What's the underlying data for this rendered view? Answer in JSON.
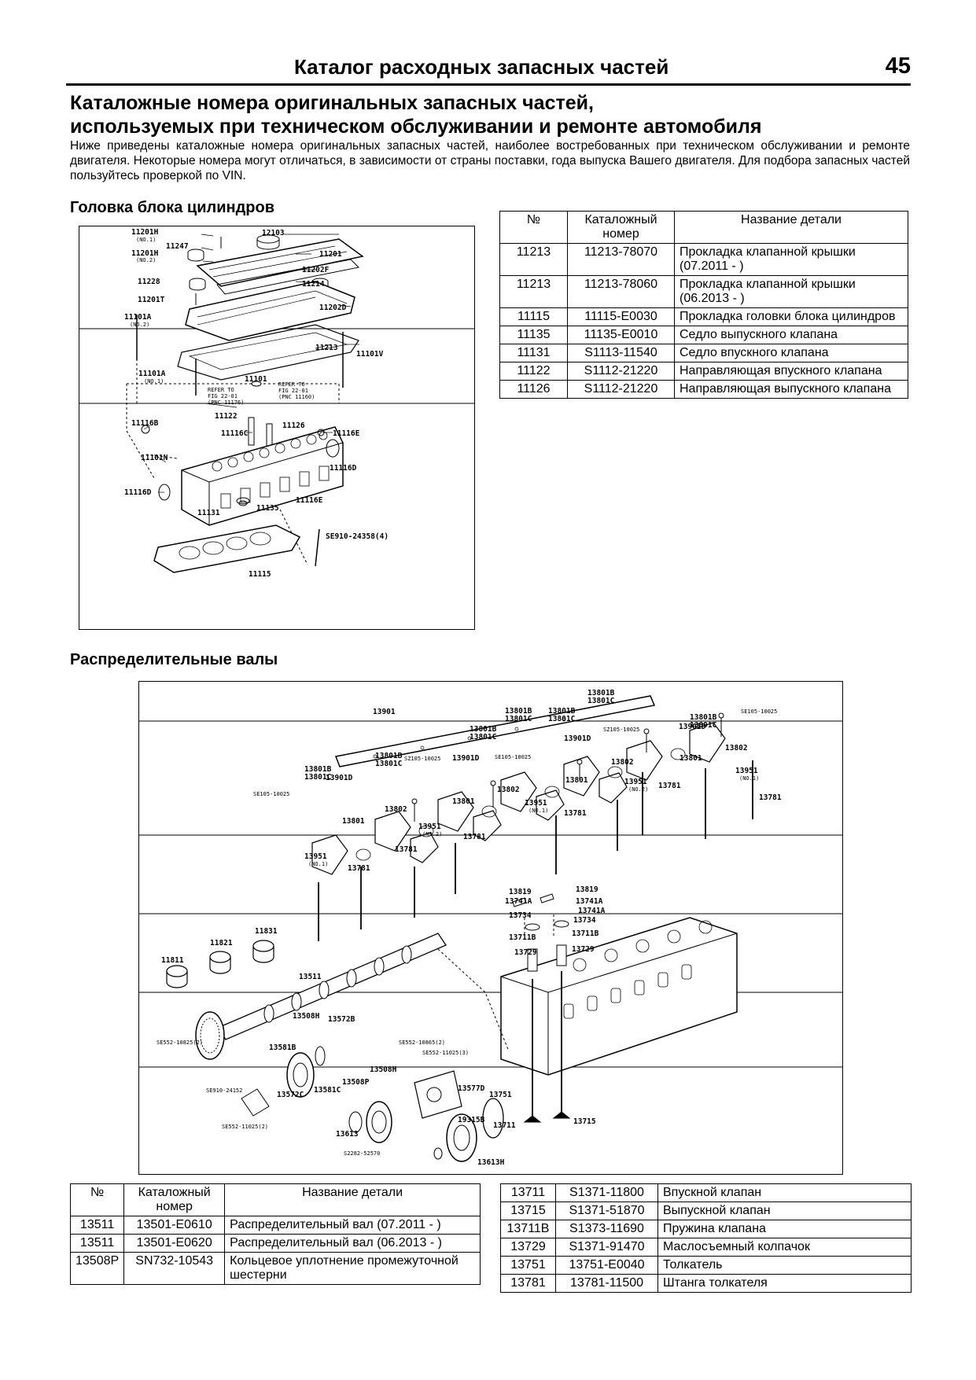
{
  "header": {
    "title": "Каталог расходных запасных частей",
    "page_number": "45"
  },
  "main_title": {
    "line1": "Каталожные номера оригинальных запасных частей,",
    "line2": "используемых при техническом обслуживании и ремонте автомобиля"
  },
  "intro": "Ниже приведены каталожные номера оригинальных запасных частей, наиболее востребованных при техническом обслуживании и ремонте двигателя. Некоторые номера могут отличаться, в зависимости от страны поставки, года выпуска Вашего двигателя. Для подбора запасных частей пользуйтесь проверкой по VIN.",
  "sections": {
    "cylinder_head": "Головка блока цилиндров",
    "camshafts": "Распределительные валы"
  },
  "table_headers": {
    "no": "№",
    "catalog": "Каталожный номер",
    "name": "Название детали"
  },
  "head_parts": [
    {
      "no": "11213",
      "catalog": "11213-78070",
      "name": "Прокладка клапанной крышки (07.2011 - )"
    },
    {
      "no": "11213",
      "catalog": "11213-78060",
      "name": "Прокладка клапанной крышки (06.2013 - )"
    },
    {
      "no": "11115",
      "catalog": "11115-E0030",
      "name": "Прокладка головки блока цилиндров"
    },
    {
      "no": "11135",
      "catalog": "11135-E0010",
      "name": "Седло выпускного клапана"
    },
    {
      "no": "11131",
      "catalog": "S1113-11540",
      "name": "Седло впускного клапана"
    },
    {
      "no": "11122",
      "catalog": "S1112-21220",
      "name": "Направляющая впускного клапана"
    },
    {
      "no": "11126",
      "catalog": "S1112-21220",
      "name": "Направляющая выпускного клапана"
    }
  ],
  "cam_parts_left": [
    {
      "no": "13511",
      "catalog": "13501-E0610",
      "name": "Распределительный вал (07.2011 - )"
    },
    {
      "no": "13511",
      "catalog": "13501-E0620",
      "name": "Распределительный вал (06.2013 - )"
    },
    {
      "no": "13508P",
      "catalog": "SN732-10543",
      "name": "Кольцевое уплотнение промежуточной шестерни"
    }
  ],
  "cam_parts_right": [
    {
      "no": "13711",
      "catalog": "S1371-11800",
      "name": "Впускной клапан"
    },
    {
      "no": "13715",
      "catalog": "S1371-51870",
      "name": "Выпускной клапан"
    },
    {
      "no": "13711B",
      "catalog": "S1373-11690",
      "name": "Пружина клапана"
    },
    {
      "no": "13729",
      "catalog": "S1371-91470",
      "name": "Маслосъемный колпачок"
    },
    {
      "no": "13751",
      "catalog": "13751-E0040",
      "name": "Толкатель"
    },
    {
      "no": "13781",
      "catalog": "13781-11500",
      "name": "Штанга толкателя"
    }
  ],
  "fig1_labels": {
    "l1": "11201H",
    "l1b": "(NO.1)",
    "l2": "11247",
    "l3": "11201H",
    "l3b": "(NO.2)",
    "l4": "11228",
    "l5": "11201T",
    "l6": "11101A",
    "l6b": "(NO.2)",
    "l7": "11101A",
    "l7b": "(NO.1)",
    "l8": "11116B",
    "l9": "11101N",
    "l10": "11116D",
    "l11": "11131",
    "l12": "11135",
    "l13": "11115",
    "l14": "12103",
    "l15": "11201",
    "l16": "11202F",
    "l17": "11214",
    "l18": "11202D",
    "l19": "11213",
    "l20": "11101V",
    "l21": "11101",
    "l22": "REFER TO",
    "l23": "FIG 22-01",
    "l24": "(PNC 11176)",
    "l25": "REFER TO",
    "l26": "FIG 22-01",
    "l27": "(PNC 11160)",
    "l28": "11122",
    "l29": "11126",
    "l30": "11116C",
    "l31": "11116E",
    "l32": "11116D",
    "l33": "11116E",
    "l34": "SE910-24358(4)"
  },
  "fig2_labels": {
    "c1": "13901",
    "c2": "13801B",
    "c3": "13801C",
    "c4": "13801B",
    "c5": "13801C",
    "c6": "SE105-10025",
    "c7": "13801B",
    "c8": "13801C",
    "c9": "13801B",
    "c10": "13801C",
    "c11": "SZ105-10025",
    "c12": "13801B",
    "c13": "13801C",
    "c14": "SE105-10025",
    "c15": "13801B",
    "c16": "13801C",
    "c17": "SZ105-10025",
    "c18": "13801B",
    "c19": "13801C",
    "c20": "SE105-10025",
    "c21": "13901D",
    "c22": "13901D",
    "c23": "13901D",
    "c24": "13901D",
    "c25": "13802",
    "c26": "13802",
    "c27": "13802",
    "c28": "13802",
    "c29": "13801",
    "c30": "13801",
    "c31": "13801",
    "c32": "13801",
    "c33": "13951",
    "c33b": "(NO.1)",
    "c34": "13951",
    "c34b": "(NO.2)",
    "c35": "13951",
    "c35b": "(NO.1)",
    "c36": "13951",
    "c36b": "(NO.2)",
    "c37": "13951",
    "c37b": "(NO.1)",
    "c38": "13781",
    "c39": "13781",
    "c40": "13781",
    "c41": "13781",
    "c42": "13781",
    "c43": "13781",
    "c44": "11811",
    "c45": "11821",
    "c46": "11831",
    "c47": "13511",
    "c48": "13819",
    "c49": "13819",
    "c50": "13741A",
    "c51": "13741A",
    "c52": "13741A",
    "c53": "13734",
    "c54": "13734",
    "c55": "13711B",
    "c56": "13711B",
    "c57": "13729",
    "c58": "13729",
    "c59": "SE552-10825(2)",
    "c60": "13508H",
    "c61": "13572B",
    "c62": "13581B",
    "c63": "SE552-10865(2)",
    "c64": "SE552-11025(3)",
    "c65": "13508H",
    "c66": "13508P",
    "c67": "SE910-24152",
    "c68": "13572C",
    "c69": "13581C",
    "c70": "13577D",
    "c71": "13751",
    "c72": "19315B",
    "c73": "SE552-11025(2)",
    "c74": "13613",
    "c75": "S2282-52570",
    "c76": "13613H",
    "c77": "13711",
    "c78": "13715"
  }
}
